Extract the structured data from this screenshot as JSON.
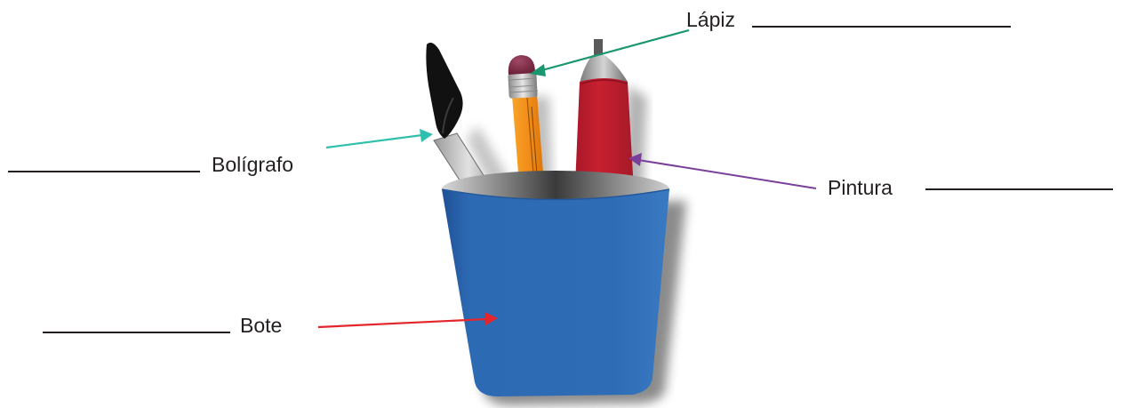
{
  "labels": {
    "lapiz": "Lápiz",
    "boligrafo": "Bolígrafo",
    "pintura": "Pintura",
    "bote": "Bote"
  },
  "colors": {
    "cup": "#2d6ab4",
    "pencil": "#f0921c",
    "marker": "#c01f2f",
    "arrow_lapiz": "#1a9670",
    "arrow_boligrafo": "#2ebfad",
    "arrow_pintura": "#7a3f9a",
    "arrow_bote": "#e3262b"
  }
}
